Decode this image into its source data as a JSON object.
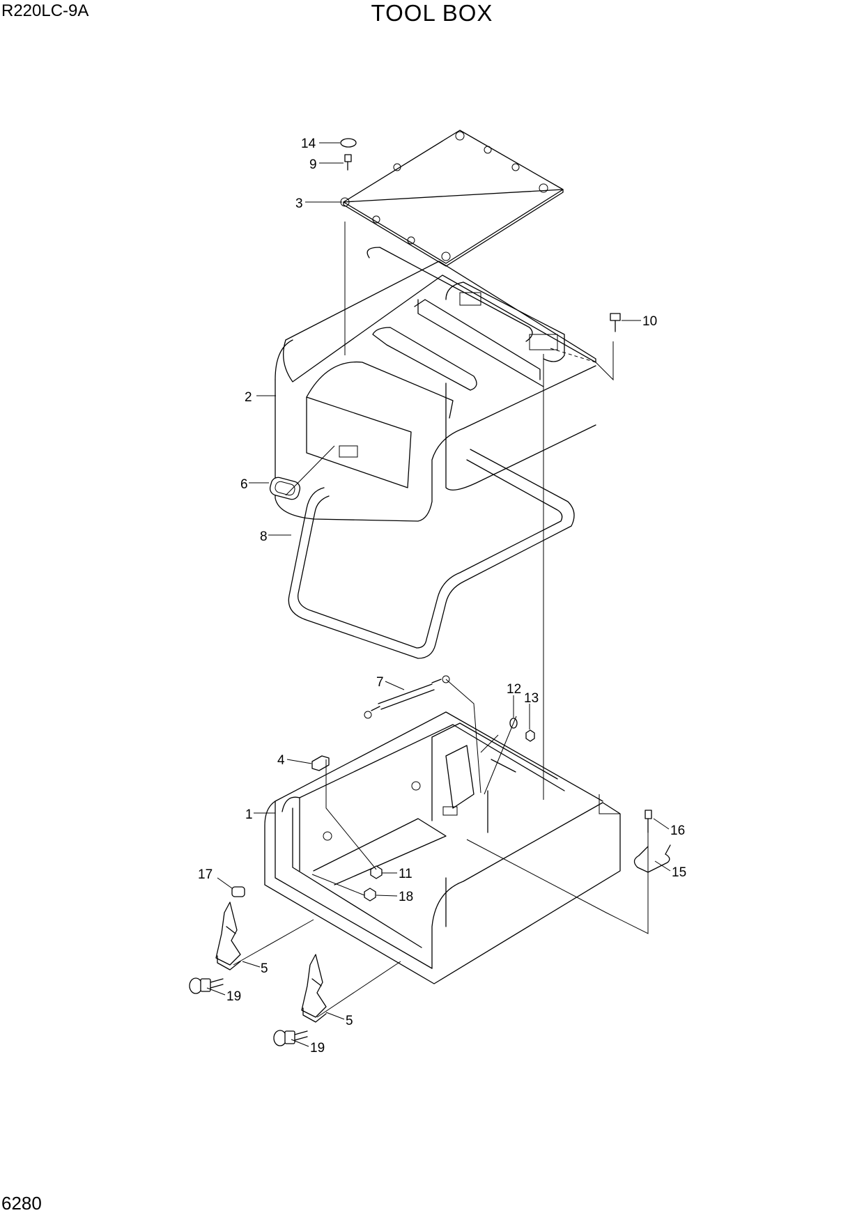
{
  "header": {
    "model": "R220LC-9A",
    "title": "TOOL BOX"
  },
  "footer": {
    "page_number": "6280"
  },
  "callouts": {
    "c1": "1",
    "c2": "2",
    "c3": "3",
    "c4": "4",
    "c5a": "5",
    "c5b": "5",
    "c6": "6",
    "c7": "7",
    "c8": "8",
    "c9": "9",
    "c10": "10",
    "c11": "11",
    "c12": "12",
    "c13": "13",
    "c14": "14",
    "c15": "15",
    "c16": "16",
    "c17": "17",
    "c18": "18",
    "c19a": "19",
    "c19b": "19"
  }
}
